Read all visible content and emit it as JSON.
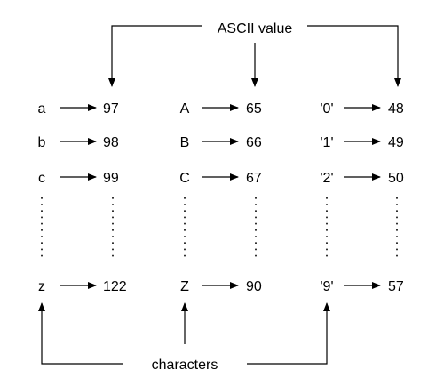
{
  "top_label": "ASCII value",
  "bottom_label": "characters",
  "columns": [
    {
      "rows": [
        {
          "char": "a",
          "value": "97"
        },
        {
          "char": "b",
          "value": "98"
        },
        {
          "char": "c",
          "value": "99"
        },
        {
          "char": "z",
          "value": "122"
        }
      ]
    },
    {
      "rows": [
        {
          "char": "A",
          "value": "65"
        },
        {
          "char": "B",
          "value": "66"
        },
        {
          "char": "C",
          "value": "67"
        },
        {
          "char": "Z",
          "value": "90"
        }
      ]
    },
    {
      "rows": [
        {
          "char": "'0'",
          "value": "48"
        },
        {
          "char": "'1'",
          "value": "49"
        },
        {
          "char": "'2'",
          "value": "50"
        },
        {
          "char": "'9'",
          "value": "57"
        }
      ]
    }
  ]
}
